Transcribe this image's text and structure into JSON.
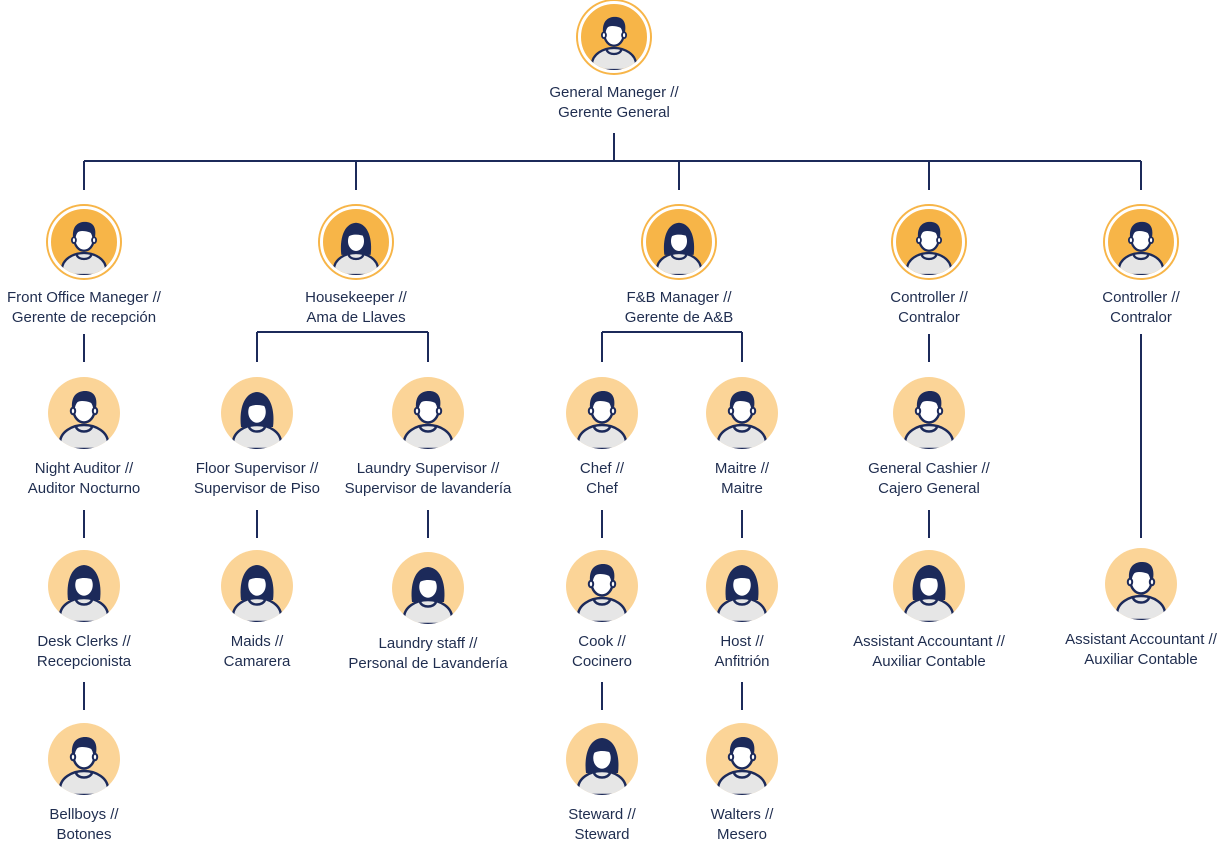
{
  "colors": {
    "line": "#1c2a5a",
    "head": "#1c2a5a",
    "shirt": "#e6e6e6",
    "accent": "#f7b548",
    "accent_light": "#fbd497",
    "text": "#1f2d4f"
  },
  "nodes": [
    {
      "id": "general-manager",
      "line1": "General Maneger //",
      "line2": "Gerente General",
      "avatar": "male"
    },
    {
      "id": "front-office-manager",
      "line1": "Front Office Maneger //",
      "line2": "Gerente de recepción",
      "avatar": "male"
    },
    {
      "id": "housekeeper",
      "line1": "Housekeeper //",
      "line2": "Ama de Llaves",
      "avatar": "female"
    },
    {
      "id": "fb-manager",
      "line1": "F&B Manager //",
      "line2": "Gerente de A&B",
      "avatar": "female"
    },
    {
      "id": "controller-1",
      "line1": "Controller //",
      "line2": "Contralor",
      "avatar": "male"
    },
    {
      "id": "controller-2",
      "line1": "Controller //",
      "line2": "Contralor",
      "avatar": "male"
    },
    {
      "id": "night-auditor",
      "line1": "Night Auditor //",
      "line2": "Auditor Nocturno",
      "avatar": "male"
    },
    {
      "id": "desk-clerks",
      "line1": "Desk Clerks //",
      "line2": "Recepcionista",
      "avatar": "female"
    },
    {
      "id": "bellboys",
      "line1": "Bellboys //",
      "line2": "Botones",
      "avatar": "male"
    },
    {
      "id": "floor-supervisor",
      "line1": "Floor Supervisor //",
      "line2": "Supervisor de Piso",
      "avatar": "female"
    },
    {
      "id": "maids",
      "line1": "Maids //",
      "line2": "Camarera",
      "avatar": "female"
    },
    {
      "id": "laundry-supervisor",
      "line1": "Laundry Supervisor //",
      "line2": "Supervisor de lavandería",
      "avatar": "male"
    },
    {
      "id": "laundry-staff",
      "line1": "Laundry staff //",
      "line2": "Personal de Lavandería",
      "avatar": "female"
    },
    {
      "id": "chef",
      "line1": "Chef //",
      "line2": "Chef",
      "avatar": "male"
    },
    {
      "id": "cook",
      "line1": "Cook //",
      "line2": "Cocinero",
      "avatar": "male"
    },
    {
      "id": "steward",
      "line1": "Steward //",
      "line2": "Steward",
      "avatar": "female"
    },
    {
      "id": "maitre",
      "line1": "Maitre //",
      "line2": "Maitre",
      "avatar": "male"
    },
    {
      "id": "host",
      "line1": "Host //",
      "line2": "Anfitrión",
      "avatar": "female"
    },
    {
      "id": "walters",
      "line1": "Walters //",
      "line2": "Mesero",
      "avatar": "male"
    },
    {
      "id": "general-cashier",
      "line1": "General Cashier //",
      "line2": "Cajero General",
      "avatar": "male"
    },
    {
      "id": "assistant-accountant-1",
      "line1": "Assistant Accountant //",
      "line2": "Auxiliar Contable",
      "avatar": "female"
    },
    {
      "id": "assistant-accountant-2",
      "line1": "Assistant Accountant //",
      "line2": "Auxiliar Contable",
      "avatar": "male"
    }
  ]
}
